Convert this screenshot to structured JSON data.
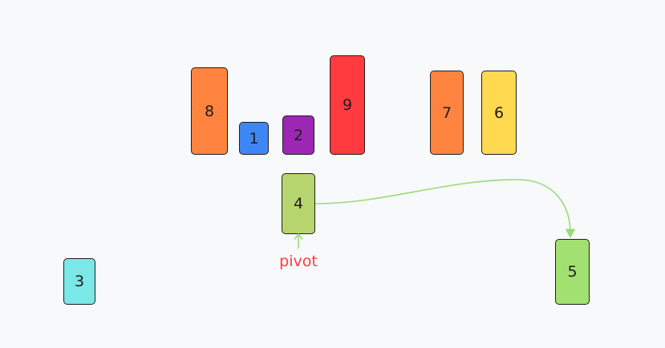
{
  "elements": [
    {
      "label": "8",
      "color": "#ff8440"
    },
    {
      "label": "1",
      "color": "#3f86f5"
    },
    {
      "label": "2",
      "color": "#9c27b4"
    },
    {
      "label": "9",
      "color": "#ff3b3f"
    },
    {
      "label": "7",
      "color": "#ff8440"
    },
    {
      "label": "6",
      "color": "#ffd94f"
    },
    {
      "label": "4",
      "color": "#b7d56e"
    },
    {
      "label": "3",
      "color": "#7ae8e6"
    },
    {
      "label": "5",
      "color": "#a3e072"
    }
  ],
  "pivot": {
    "label": "pivot",
    "label_color": "#ff3b3f",
    "connector_color": "#9ad97a"
  }
}
